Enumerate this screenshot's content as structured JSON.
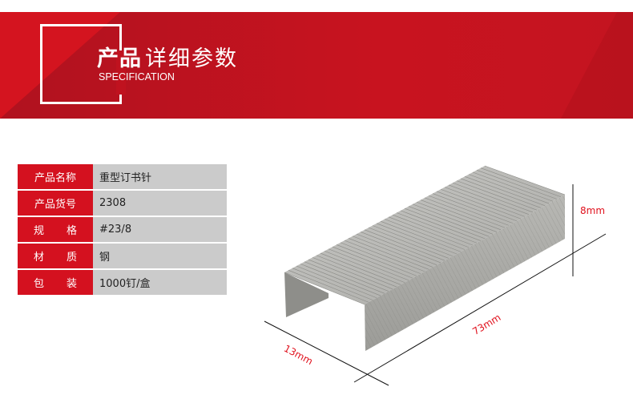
{
  "header": {
    "title_bold": "产品",
    "title_light": "详细参数",
    "subtitle": "SPECIFICATION"
  },
  "specs": [
    {
      "label": "产品名称",
      "value": "重型订书针"
    },
    {
      "label": "产品货号",
      "value": "2308"
    },
    {
      "label": "规格",
      "label_chars": [
        "规",
        "格"
      ],
      "value": "#23/8"
    },
    {
      "label": "材质",
      "label_chars": [
        "材",
        "质"
      ],
      "value": "钢"
    },
    {
      "label": "包装",
      "label_chars": [
        "包",
        "装"
      ],
      "value": "1000钉/盒"
    }
  ],
  "dimensions": {
    "height": "8mm",
    "length": "73mm",
    "width": "13mm"
  },
  "colors": {
    "brand_red": "#d4111f",
    "value_bg": "#cbcbcb",
    "dimension_text": "#e0101c"
  }
}
